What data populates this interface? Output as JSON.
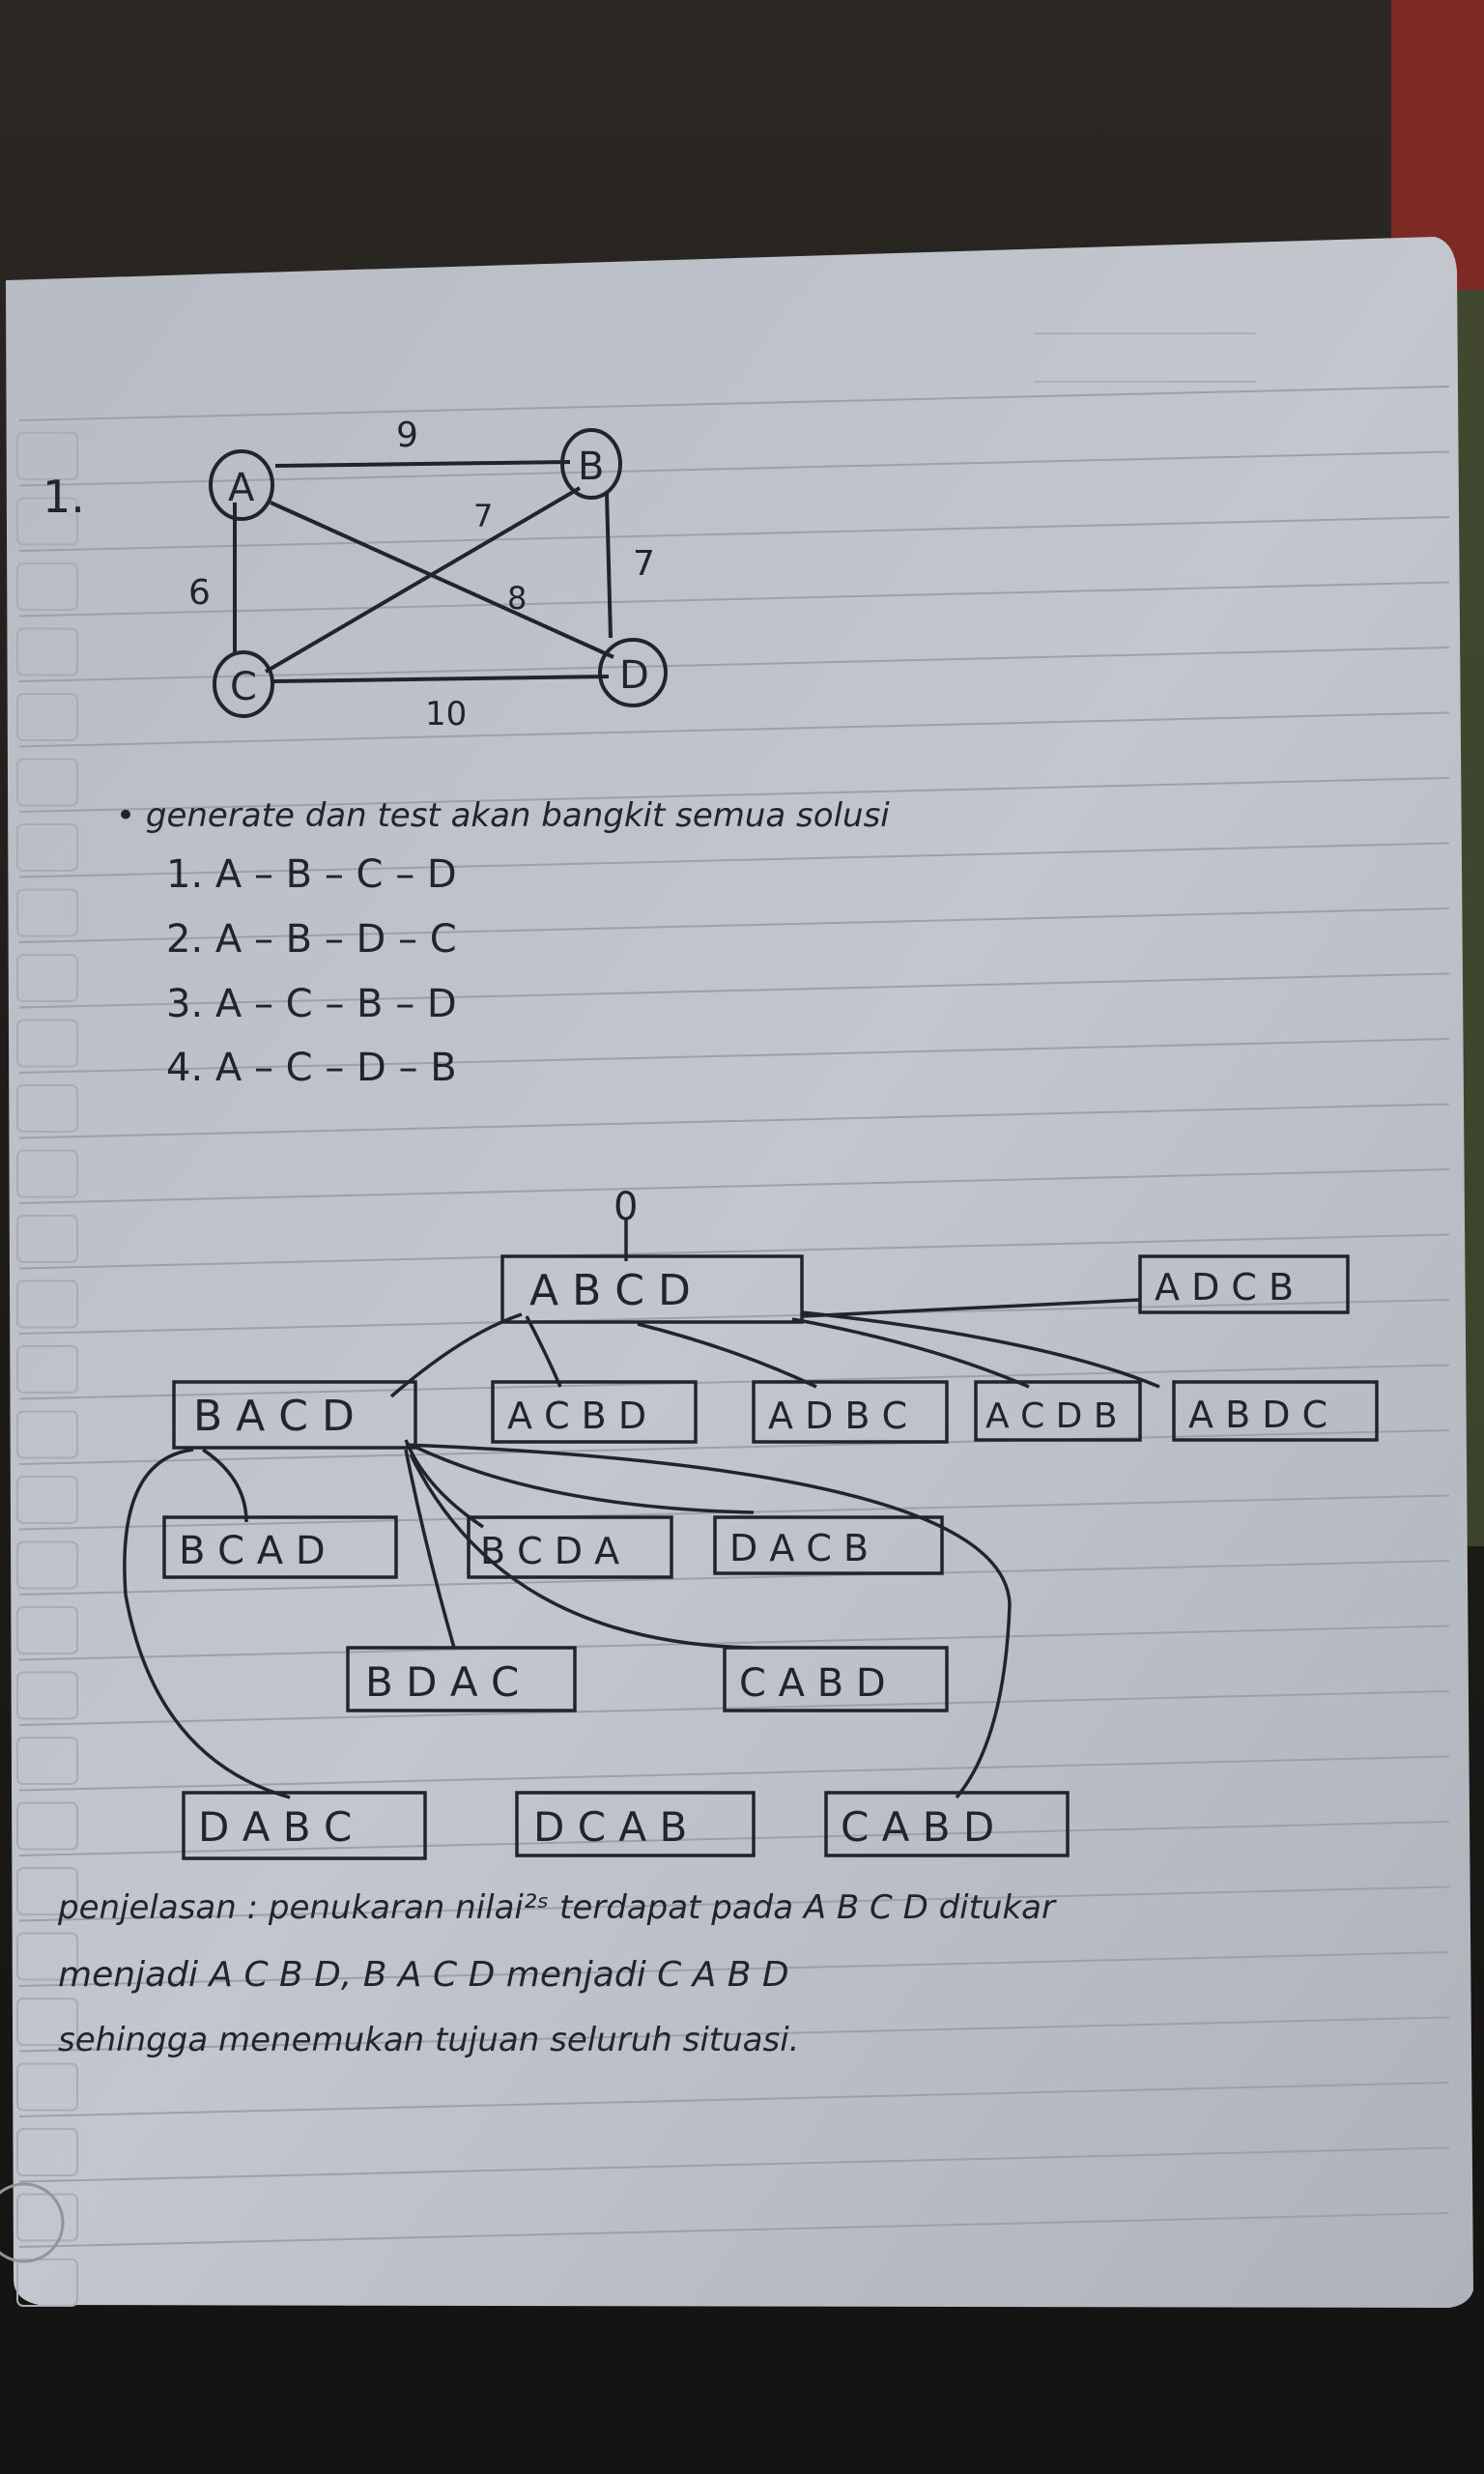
{
  "question_number": "1.",
  "graph": {
    "nodes": [
      "A",
      "B",
      "C",
      "D"
    ],
    "edges": [
      {
        "from": "A",
        "to": "B",
        "weight": "9"
      },
      {
        "from": "C",
        "to": "B",
        "weight": "7"
      },
      {
        "from": "B",
        "to": "D",
        "weight": "7"
      },
      {
        "from": "A",
        "to": "C",
        "weight": "6"
      },
      {
        "from": "A",
        "to": "D",
        "weight": "8"
      },
      {
        "from": "C",
        "to": "D",
        "weight": "10"
      }
    ]
  },
  "intro": "• generate dan test akan bangkit semua solusi",
  "solutions": [
    "1.  A – B – C – D",
    "2.  A – B – D – C",
    "3.  A – C – B – D",
    "4.  A – C – D – B"
  ],
  "tree": {
    "root_marker": "0",
    "root": "A B C D",
    "level1": [
      "B A C D",
      "A C B D",
      "A D B C",
      "A C D B",
      "A B D C",
      "A D C B"
    ],
    "level2": [
      "B C A D",
      "B C D A",
      "D A C B",
      "B D A C",
      "C A B D",
      "D A B C",
      "D C A B",
      "C A B D"
    ]
  },
  "explanation": [
    "penjelasan : penukaran nilai²ˢ terdapat pada A B C D ditukar",
    "menjadi A C B D,  B A C D menjadi C A B D",
    "sehingga menemukan tujuan seluruh situasi."
  ]
}
